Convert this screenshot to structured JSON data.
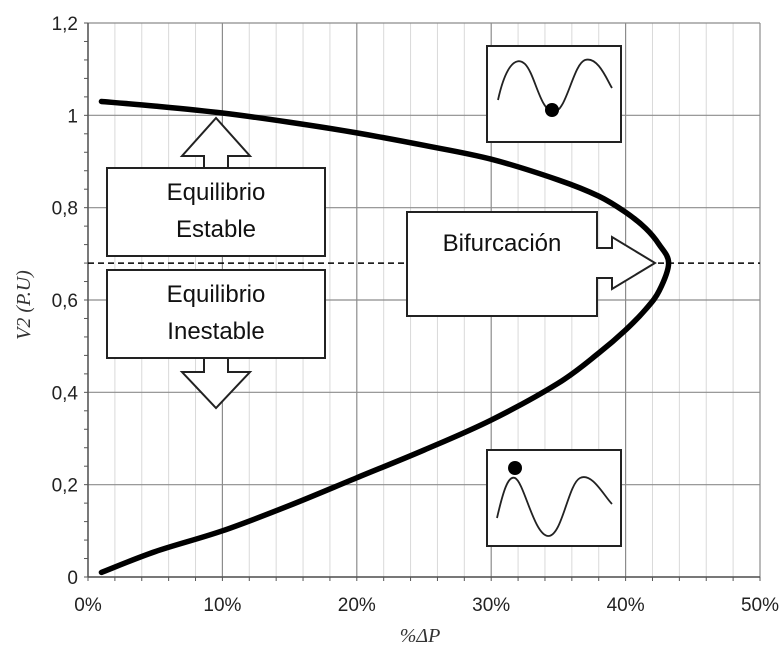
{
  "chart_data": {
    "type": "line",
    "title": "",
    "xlabel": "%ΔP",
    "ylabel": "V2 (P.U)",
    "xlim": [
      0,
      50
    ],
    "ylim": [
      0,
      1.2
    ],
    "x_ticks": [
      "0%",
      "10%",
      "20%",
      "30%",
      "40%",
      "50%"
    ],
    "y_ticks": [
      "0",
      "0,2",
      "0,4",
      "0,6",
      "0,8",
      "1",
      "1,2"
    ],
    "grid": true,
    "series": [
      {
        "x": [
          1,
          5,
          10,
          15,
          20,
          25,
          30,
          35,
          38,
          40,
          41.5,
          42.5,
          43.2,
          42.5,
          41.5,
          40,
          38,
          35,
          30,
          25,
          20,
          15,
          10,
          5,
          1
        ],
        "y": [
          1.03,
          1.02,
          1.005,
          0.985,
          0.962,
          0.935,
          0.905,
          0.86,
          0.825,
          0.79,
          0.755,
          0.72,
          0.68,
          0.62,
          0.58,
          0.535,
          0.485,
          0.42,
          0.34,
          0.275,
          0.215,
          0.155,
          0.1,
          0.055,
          0.01
        ]
      }
    ],
    "bifurcation_level": 0.68,
    "annotations": {
      "stable": [
        "Equilibrio",
        "Estable"
      ],
      "unstable": [
        "Equilibrio",
        "Inestable"
      ],
      "bifurcation": "Bifurcación"
    }
  }
}
